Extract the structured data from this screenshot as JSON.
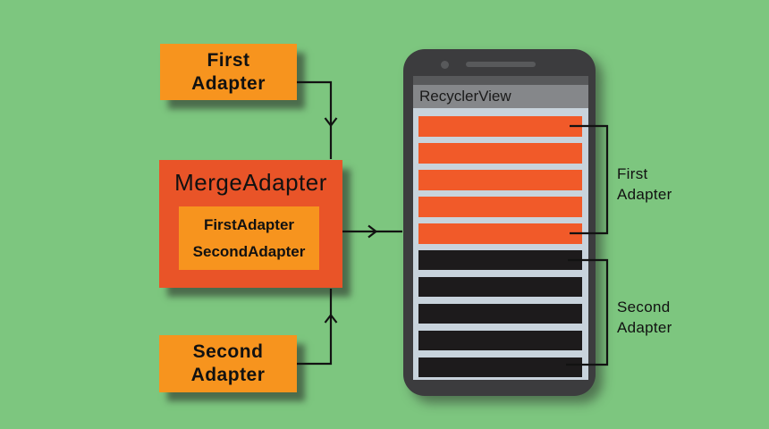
{
  "background": {
    "color": "#7DC67F"
  },
  "diagram": {
    "connector_color": "#121212",
    "first_adapter_box": {
      "line1": "First",
      "line2": "Adapter",
      "fill": "#F7941E"
    },
    "merge_adapter_box": {
      "title": "MergeAdapter",
      "fill": "#E95428",
      "inner_box": {
        "fill": "#F7941E",
        "item1": "FirstAdapter",
        "item2": "SecondAdapter"
      }
    },
    "second_adapter_box": {
      "line1": "Second",
      "line2": "Adapter",
      "fill": "#F7941E"
    },
    "phone": {
      "body_fill": "#3C3C3E",
      "speaker_fill": "#58595B",
      "screen_fill": "#C8D3DC",
      "status_strip_fill": "#58595B",
      "appbar": {
        "label": "RecyclerView",
        "fill": "#85878A",
        "text_color": "#1A1A1A"
      },
      "recycler_items": {
        "first_adapter": {
          "count": 5,
          "fill": "#F15A29"
        },
        "second_adapter": {
          "count": 5,
          "fill": "#1D1B1C"
        }
      }
    },
    "right_labels": {
      "first": {
        "line1": "First",
        "line2": "Adapter"
      },
      "second": {
        "line1": "Second",
        "line2": "Adapter"
      }
    }
  }
}
